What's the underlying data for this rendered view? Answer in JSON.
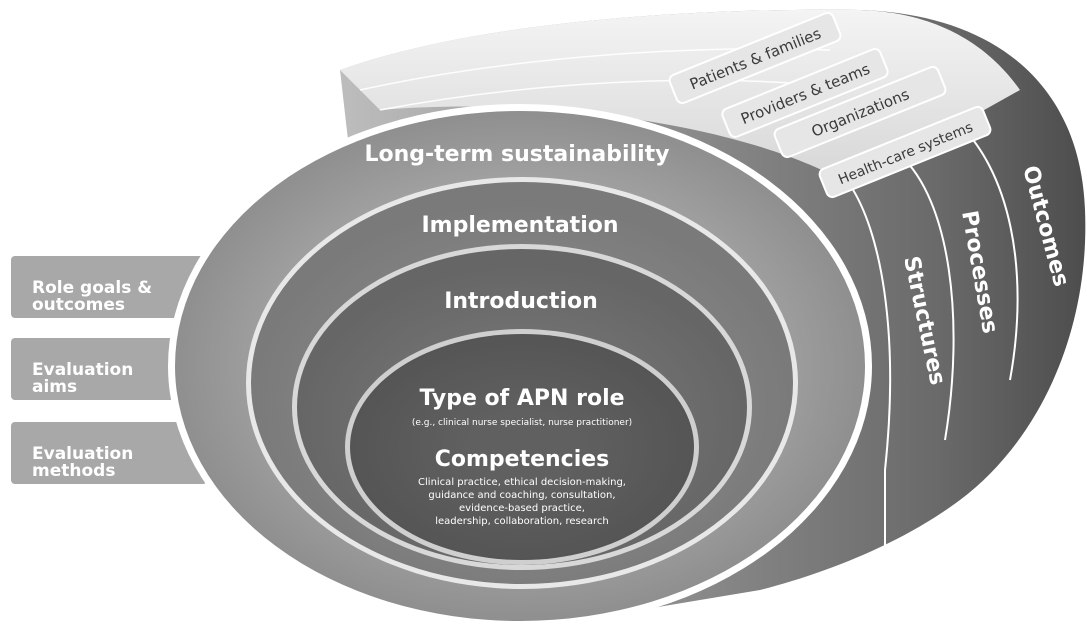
{
  "left_tabs": [
    {
      "label": "Role goals &\noutcomes"
    },
    {
      "label": "Evaluation\naims"
    },
    {
      "label": "Evaluation\nmethods"
    }
  ],
  "rings": {
    "long_term": "Long-term sustainability",
    "implementation": "Implementation",
    "introduction": "Introduction"
  },
  "core": {
    "role_title": "Type of APN role",
    "role_example": "(e.g., clinical nurse specialist, nurse practitioner)",
    "competencies_title": "Competencies",
    "competencies_lines": [
      "Clinical practice, ethical decision-making,",
      "guidance and coaching, consultation,",
      "evidence-based practice,",
      "leadership, collaboration, research"
    ]
  },
  "levels": [
    {
      "label": "Patients & families"
    },
    {
      "label": "Providers & teams"
    },
    {
      "label": "Organizations"
    },
    {
      "label": "Health-care systems"
    }
  ],
  "bands": [
    {
      "label": "Structures"
    },
    {
      "label": "Processes"
    },
    {
      "label": "Outcomes"
    }
  ]
}
